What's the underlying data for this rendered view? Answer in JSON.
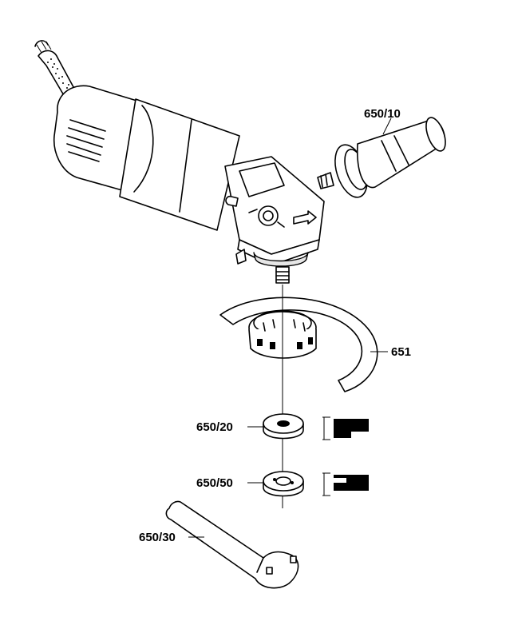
{
  "labels": {
    "handle": "650/10",
    "guard": "651",
    "flange": "650/20",
    "nut": "650/50",
    "wrench": "650/30"
  }
}
